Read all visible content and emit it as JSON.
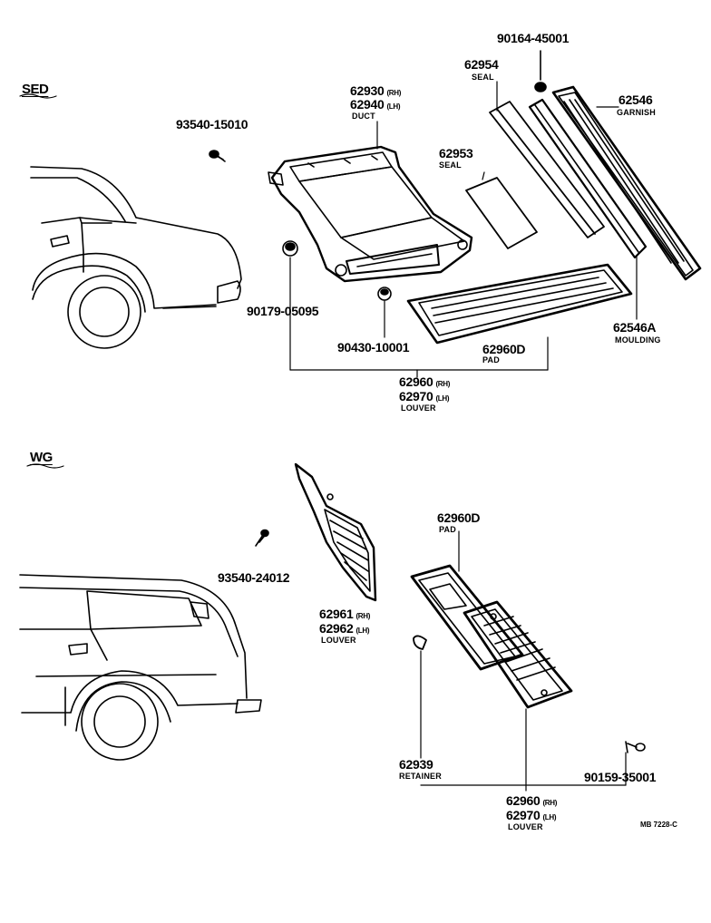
{
  "sections": {
    "sedan": "SED",
    "wagon": "WG"
  },
  "sedan": {
    "p_90164": "90164-45001",
    "p_62954": "62954",
    "p_62954_name": "SEAL",
    "p_62546": "62546",
    "p_62546_name": "GARNISH",
    "p_62930": "62930",
    "p_62930_side": "(RH)",
    "p_62940": "62940",
    "p_62940_side": "(LH)",
    "p_duct_name": "DUCT",
    "p_93540": "93540-15010",
    "p_62953": "62953",
    "p_62953_name": "SEAL",
    "p_90179": "90179-05095",
    "p_90430": "90430-10001",
    "p_62960D": "62960D",
    "p_62960D_name": "PAD",
    "p_62546A": "62546A",
    "p_62546A_name": "MOULDING",
    "p_62960": "62960",
    "p_62960_side": "(RH)",
    "p_62970": "62970",
    "p_62970_side": "(LH)",
    "p_louver_name": "LOUVER"
  },
  "wagon": {
    "p_62960D": "62960D",
    "p_62960D_name": "PAD",
    "p_93540": "93540-24012",
    "p_62961": "62961",
    "p_62961_side": "(RH)",
    "p_62962": "62962",
    "p_62962_side": "(LH)",
    "p_louver1_name": "LOUVER",
    "p_62939": "62939",
    "p_62939_name": "RETAINER",
    "p_90159": "90159-35001",
    "p_62960": "62960",
    "p_62960_side": "(RH)",
    "p_62970": "62970",
    "p_62970_side": "(LH)",
    "p_louver2_name": "LOUVER"
  },
  "figure_mark": "MB 7228-C"
}
